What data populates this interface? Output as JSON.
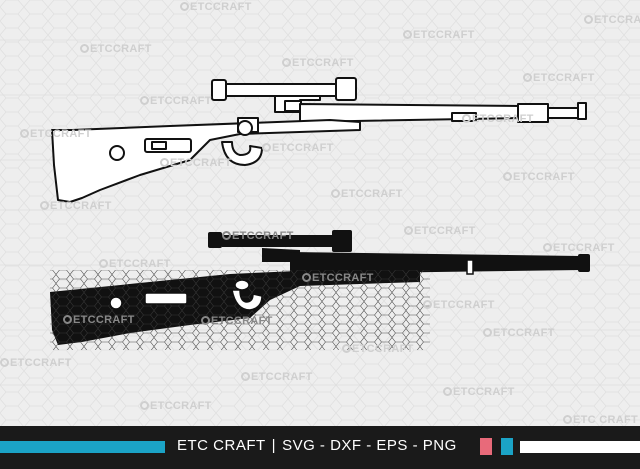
{
  "watermark": {
    "text": "ETCCRAFT",
    "text_spaced": "ETC CRAFT"
  },
  "footer": {
    "brand": "ETC CRAFT",
    "separator": "|",
    "formats": "SVG - DXF - EPS - PNG"
  },
  "colors": {
    "accent_cyan": "#1ba3c6",
    "accent_pink": "#e86a7a",
    "footer_bg": "#1a1a1a",
    "silhouette": "#111111"
  },
  "icons": [
    "rifle-outline-illustration",
    "rifle-silhouette-illustration"
  ]
}
